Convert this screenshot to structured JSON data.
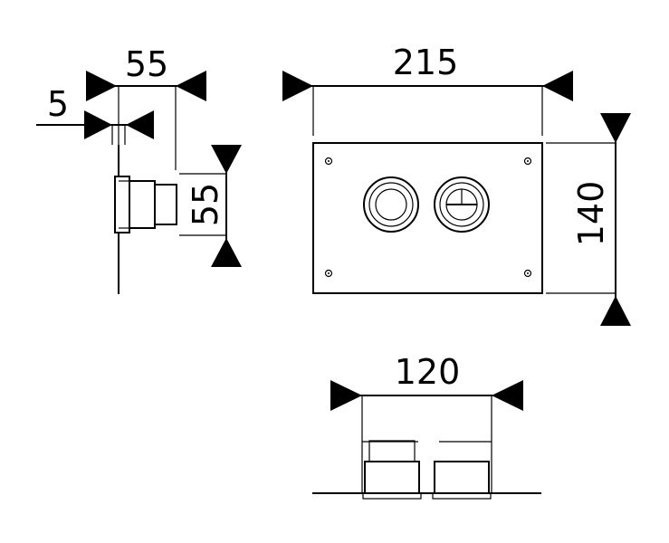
{
  "dimensions": {
    "side_depth": "55",
    "side_plate_thickness": "5",
    "side_height": "55",
    "front_width": "215",
    "front_height": "140",
    "bottom_width": "120"
  },
  "colors": {
    "line": "#000000",
    "background": "#ffffff"
  }
}
